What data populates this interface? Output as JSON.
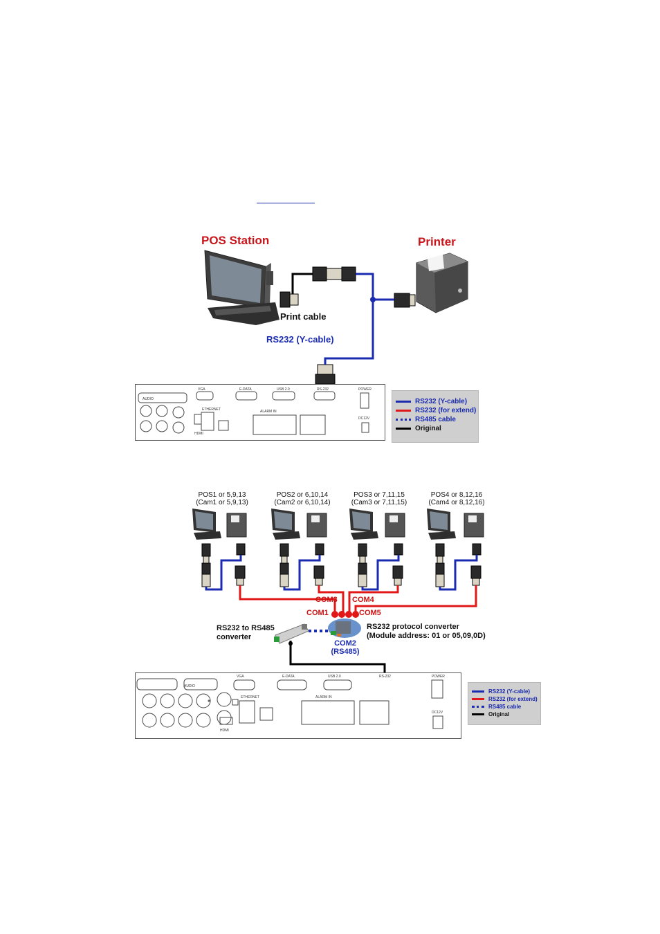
{
  "diagram1": {
    "pos_station_title": "POS Station",
    "printer_title": "Printer",
    "print_cable_label": "Print cable",
    "rs232_ycable_label": "RS232 (Y-cable)",
    "panel_labels": [
      "AUDIO",
      "VGA",
      "E-DATA",
      "USB 2.0",
      "RS-232",
      "POWER",
      "ETHERNET",
      "HDMI",
      "ALARM IN",
      "DC12V"
    ],
    "legend": [
      {
        "text": "RS232 (Y-cable)",
        "color": "#1a2bb0",
        "style": "solid"
      },
      {
        "text": "RS232 (for extend)",
        "color": "#e01818",
        "style": "solid"
      },
      {
        "text": "RS485 cable",
        "color": "#1a2bb0",
        "style": "dotted"
      },
      {
        "text": "Original",
        "color": "#000000",
        "style": "solid"
      }
    ]
  },
  "diagram2": {
    "pos_groups": [
      {
        "line1": "POS1 or 5,9,13",
        "line2": "(Cam1 or 5,9,13)"
      },
      {
        "line1": "POS2 or 6,10,14",
        "line2": "(Cam2 or 6,10,14)"
      },
      {
        "line1": "POS3 or 7,11,15",
        "line2": "(Cam3 or 7,11,15)"
      },
      {
        "line1": "POS4 or 8,12,16",
        "line2": "(Cam4 or 8,12,16)"
      }
    ],
    "com_labels": {
      "com1": "COM1",
      "com3": "COM3",
      "com4": "COM4",
      "com5": "COM5",
      "com2": "COM2",
      "com2_sub": "(RS485)"
    },
    "rs485_converter_line1": "RS232 to RS485",
    "rs485_converter_line2": "converter",
    "protocol_converter_line1": "RS232 protocol converter",
    "protocol_converter_line2": "(Module address: 01 or 05,09,0D)",
    "panel_labels": [
      "AUDIO",
      "VGA",
      "E-DATA",
      "USB 2.0",
      "RS-232",
      "POWER",
      "ETHERNET",
      "HDMI",
      "ALARM IN",
      "DC12V"
    ],
    "legend": [
      {
        "text": "RS232 (Y-cable)",
        "color": "#1a2bb0",
        "style": "solid"
      },
      {
        "text": "RS232 (for extend)",
        "color": "#e01818",
        "style": "solid"
      },
      {
        "text": "RS485 cable",
        "color": "#1a2bb0",
        "style": "dotted"
      },
      {
        "text": "Original",
        "color": "#000000",
        "style": "solid"
      }
    ]
  },
  "colors": {
    "blue_cable": "#1a2bb0",
    "red_cable": "#e01818",
    "black_cable": "#000000",
    "title_red": "#c8161d"
  }
}
